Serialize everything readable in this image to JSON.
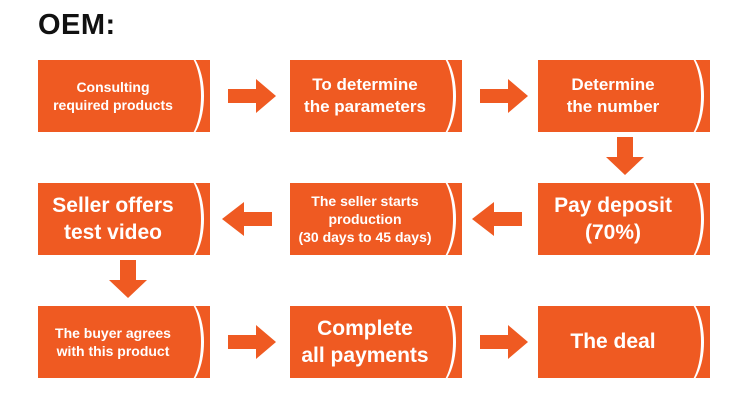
{
  "title": "OEM:",
  "colors": {
    "accent": "#ef5a22",
    "box_fill": "#ef5a22",
    "box_text": "#ffffff",
    "title_text": "#111111",
    "background": "#ffffff",
    "arc_stroke": "#ffffff"
  },
  "flow": {
    "nodes": [
      {
        "id": "n1",
        "label": "Consulting\nrequired products",
        "row": 1,
        "col": 1
      },
      {
        "id": "n2",
        "label": "To determine\nthe parameters",
        "row": 1,
        "col": 2
      },
      {
        "id": "n3",
        "label": "Determine\nthe number",
        "row": 1,
        "col": 3
      },
      {
        "id": "n4",
        "label": "Pay deposit\n(70%)",
        "row": 2,
        "col": 3
      },
      {
        "id": "n5",
        "label": "The seller starts\nproduction\n(30 days to 45 days)",
        "row": 2,
        "col": 2
      },
      {
        "id": "n6",
        "label": "Seller offers\ntest video",
        "row": 2,
        "col": 1
      },
      {
        "id": "n7",
        "label": "The buyer agrees\nwith this product",
        "row": 3,
        "col": 1
      },
      {
        "id": "n8",
        "label": "Complete\nall payments",
        "row": 3,
        "col": 2
      },
      {
        "id": "n9",
        "label": "The deal",
        "row": 3,
        "col": 3
      }
    ],
    "connectors": [
      {
        "id": "c1",
        "from": "n1",
        "to": "n2",
        "direction": "right",
        "icon": "arrow-right-icon"
      },
      {
        "id": "c2",
        "from": "n2",
        "to": "n3",
        "direction": "right",
        "icon": "arrow-right-icon"
      },
      {
        "id": "c3",
        "from": "n3",
        "to": "n4",
        "direction": "down",
        "icon": "arrow-down-icon"
      },
      {
        "id": "c4",
        "from": "n4",
        "to": "n5",
        "direction": "left",
        "icon": "arrow-left-icon"
      },
      {
        "id": "c5",
        "from": "n5",
        "to": "n6",
        "direction": "left",
        "icon": "arrow-left-icon"
      },
      {
        "id": "c6",
        "from": "n6",
        "to": "n7",
        "direction": "down",
        "icon": "arrow-down-icon"
      },
      {
        "id": "c7",
        "from": "n7",
        "to": "n8",
        "direction": "right",
        "icon": "arrow-right-icon"
      },
      {
        "id": "c8",
        "from": "n8",
        "to": "n9",
        "direction": "right",
        "icon": "arrow-right-icon"
      }
    ]
  }
}
